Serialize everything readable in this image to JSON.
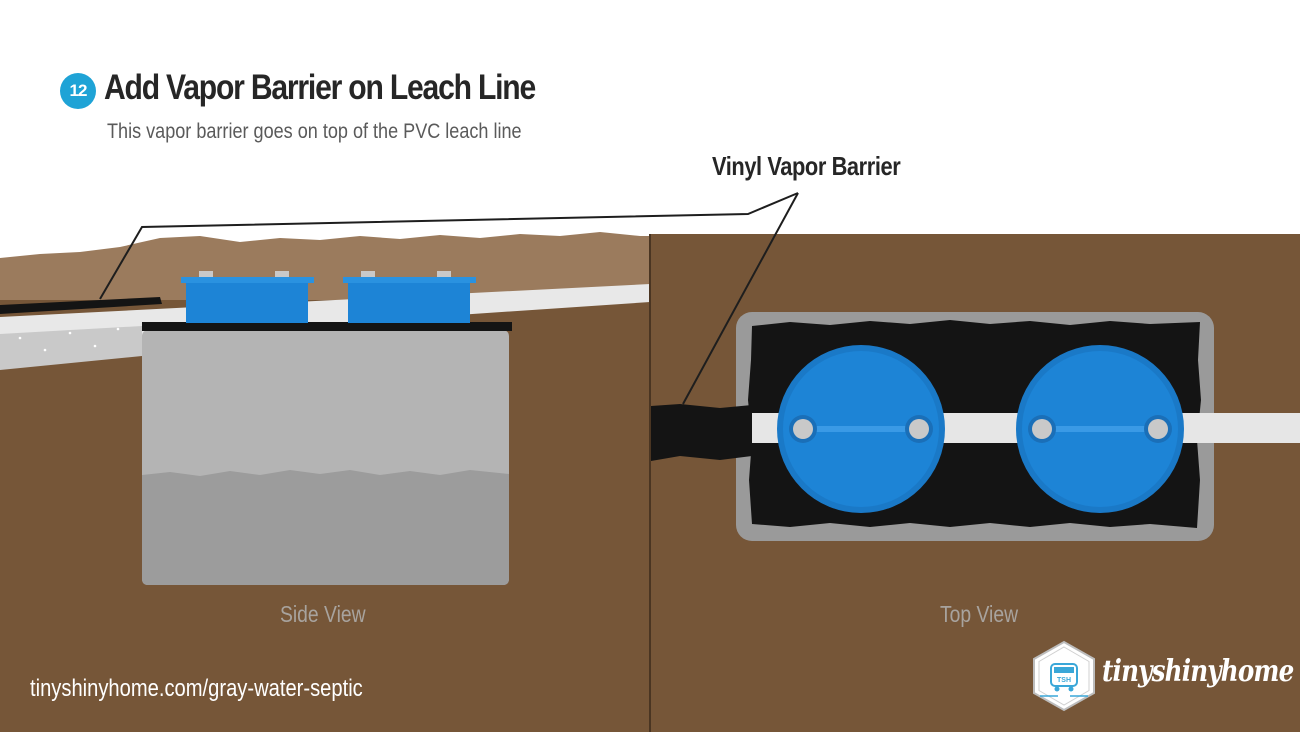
{
  "header": {
    "step_number": "12",
    "title": "Add Vapor Barrier on Leach Line",
    "subtitle": "This vapor barrier goes on top of the PVC leach line"
  },
  "callout": {
    "label": "Vinyl Vapor Barrier"
  },
  "views": {
    "side_label": "Side View",
    "top_label": "Top View"
  },
  "footer": {
    "url": "tinyshinyhome.com/gray-water-septic",
    "brand_name": "tinyshinyhome",
    "badge_text": "TSH"
  },
  "icons": {
    "badge": "camper-badge-icon",
    "chamber_lid": "blue-chamber-lid-icon"
  },
  "colors": {
    "soil_dark": "#765638",
    "soil_light": "#9b7b5d",
    "chamber_blue": "#1d84d6",
    "pipe": "#e6e6e6",
    "gravel": "#b4b4b4",
    "water": "#9c9c9c",
    "barrier": "#141414",
    "accent": "#1fa3d6"
  }
}
